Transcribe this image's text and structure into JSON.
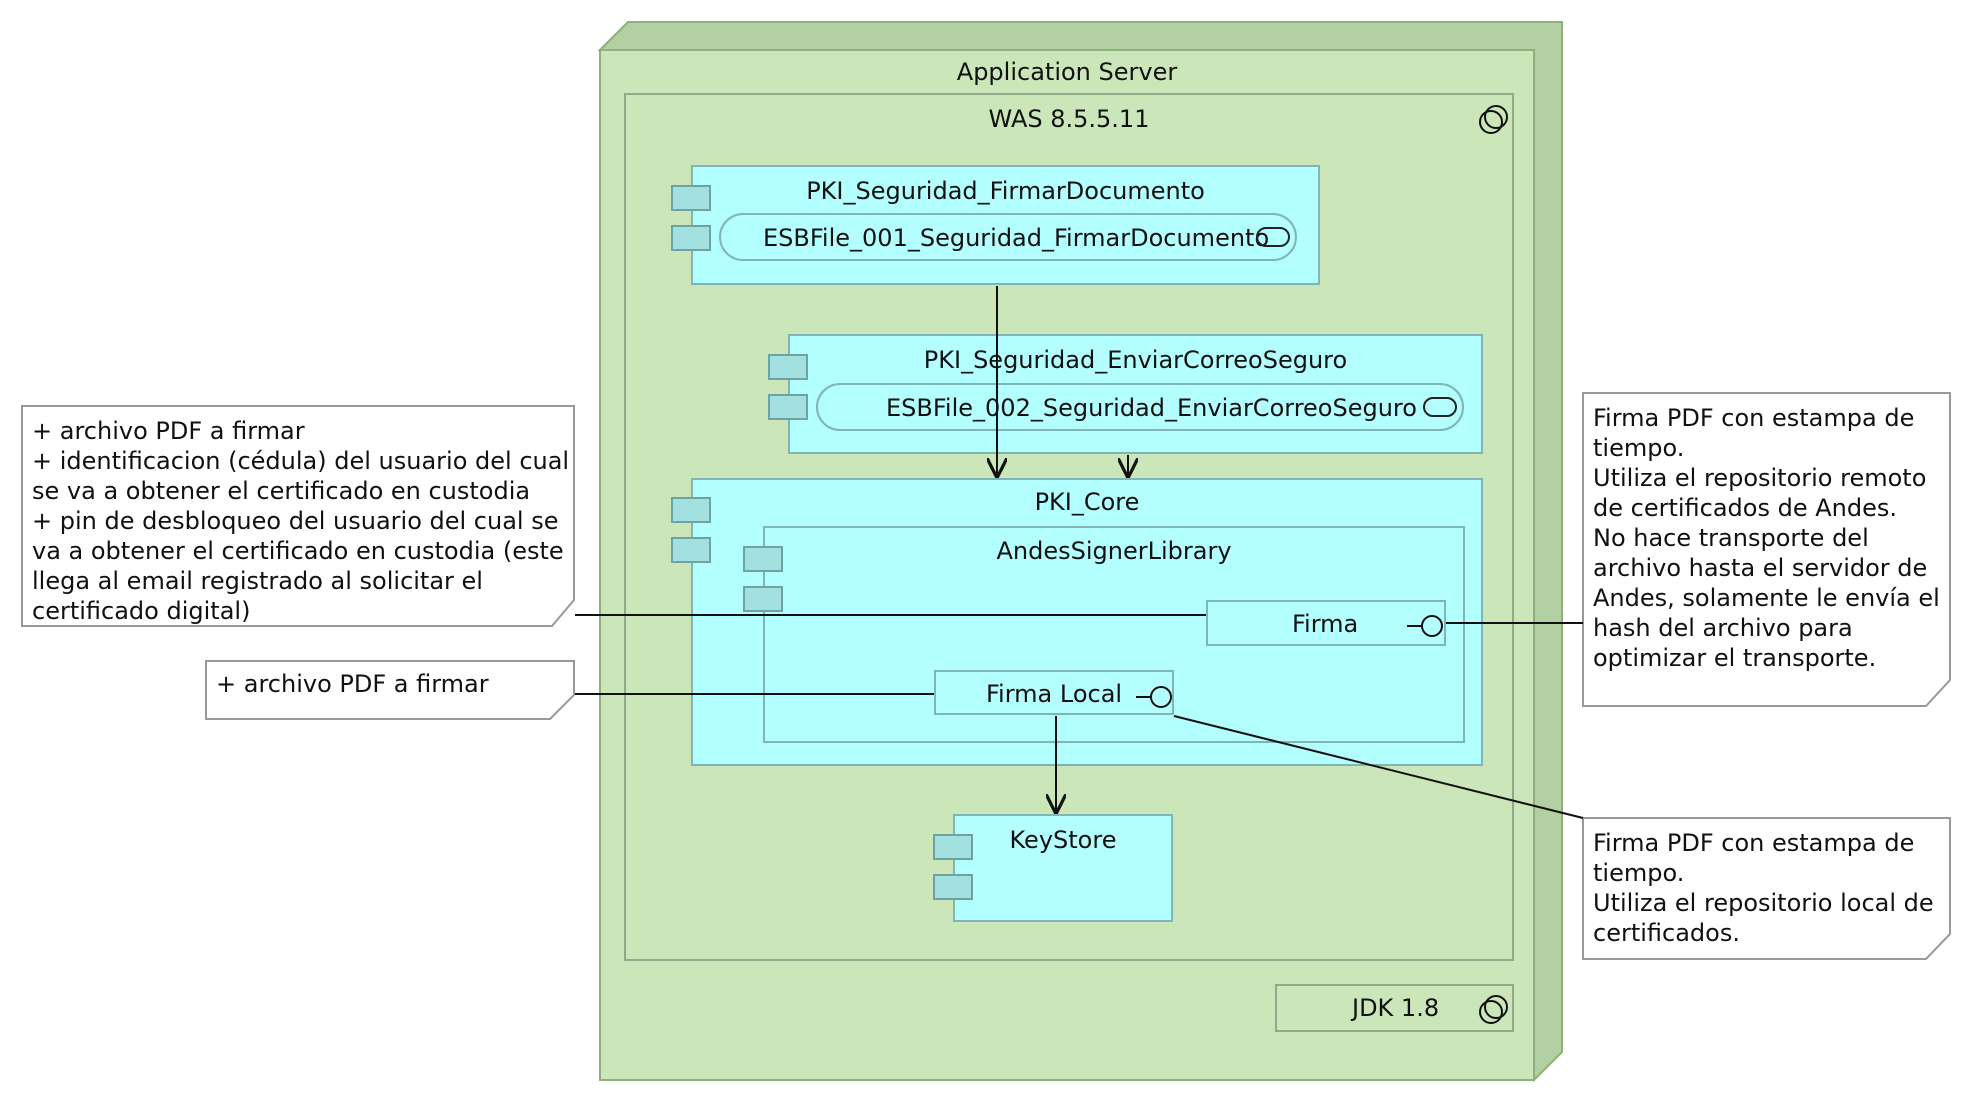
{
  "node": {
    "title": "Application Server"
  },
  "was": {
    "title": "WAS 8.5.5.11"
  },
  "jdk": {
    "title": "JDK 1.8"
  },
  "components": {
    "firmar": {
      "title": "PKI_Seguridad_FirmarDocumento",
      "service": "ESBFile_001_Seguridad_FirmarDocumento"
    },
    "correo": {
      "title": "PKI_Seguridad_EnviarCorreoSeguro",
      "service": "ESBFile_002_Seguridad_EnviarCorreoSeguro"
    },
    "core": {
      "title": "PKI_Core"
    },
    "andes": {
      "title": "AndesSignerLibrary"
    },
    "keystore": {
      "title": "KeyStore"
    }
  },
  "interfaces": {
    "firma": "Firma",
    "firma_local": "Firma Local"
  },
  "notes": {
    "left_top": [
      "+ archivo PDF a firmar",
      "+ identificacion (cédula) del usuario del cual",
      "se va a obtener el certificado en custodia",
      "+  pin de desbloqueo del usuario del cual se",
      "va a obtener el certificado en custodia (este",
      "llega al email registrado al solicitar el",
      "certificado digital)"
    ],
    "left_bottom": [
      "+ archivo PDF a firmar"
    ],
    "right_top": [
      "Firma PDF con estampa de",
      "tiempo.",
      "Utiliza el repositorio remoto",
      "de certificados de Andes.",
      "No hace transporte del",
      "archivo hasta el servidor de",
      "Andes, solamente le envía el",
      "hash del archivo para",
      "optimizar el transporte."
    ],
    "right_bottom": [
      "Firma PDF con estampa de",
      "tiempo.",
      "Utiliza el repositorio local de",
      "certificados."
    ]
  }
}
